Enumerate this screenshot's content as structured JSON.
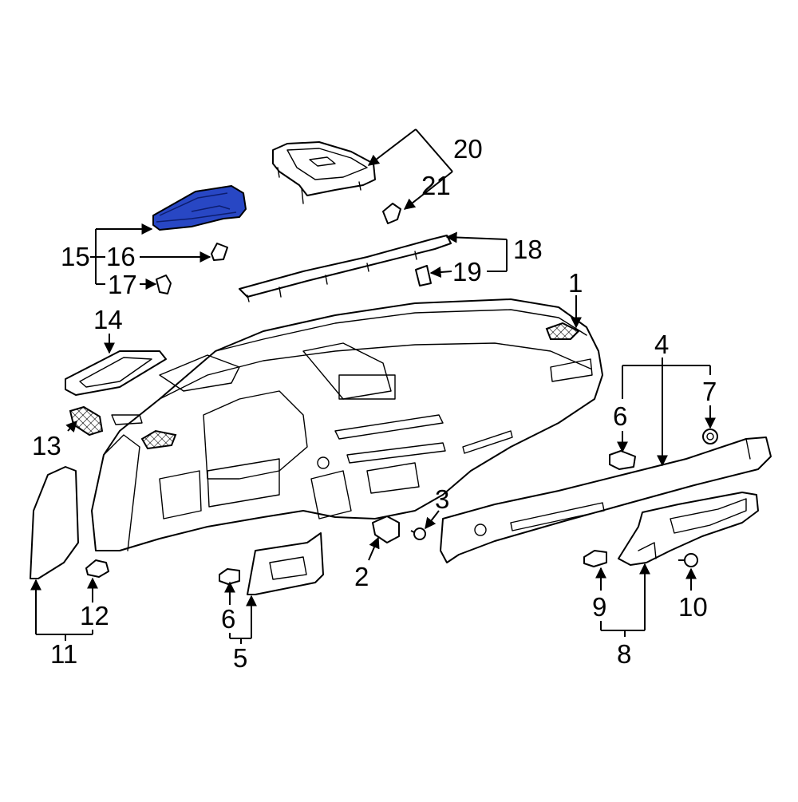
{
  "diagram": {
    "highlight_color": "#2847c4",
    "callouts": [
      {
        "id": "c1",
        "text": "1"
      },
      {
        "id": "c2",
        "text": "2"
      },
      {
        "id": "c3",
        "text": "3"
      },
      {
        "id": "c4",
        "text": "4"
      },
      {
        "id": "c5",
        "text": "5"
      },
      {
        "id": "c6a",
        "text": "6"
      },
      {
        "id": "c6b",
        "text": "6"
      },
      {
        "id": "c7",
        "text": "7"
      },
      {
        "id": "c8",
        "text": "8"
      },
      {
        "id": "c9",
        "text": "9"
      },
      {
        "id": "c10",
        "text": "10"
      },
      {
        "id": "c11",
        "text": "11"
      },
      {
        "id": "c12",
        "text": "12"
      },
      {
        "id": "c13",
        "text": "13"
      },
      {
        "id": "c14",
        "text": "14"
      },
      {
        "id": "c15",
        "text": "15"
      },
      {
        "id": "c16",
        "text": "16"
      },
      {
        "id": "c17",
        "text": "17"
      },
      {
        "id": "c18",
        "text": "18"
      },
      {
        "id": "c19",
        "text": "19"
      },
      {
        "id": "c20",
        "text": "20"
      },
      {
        "id": "c21",
        "text": "21"
      }
    ]
  }
}
